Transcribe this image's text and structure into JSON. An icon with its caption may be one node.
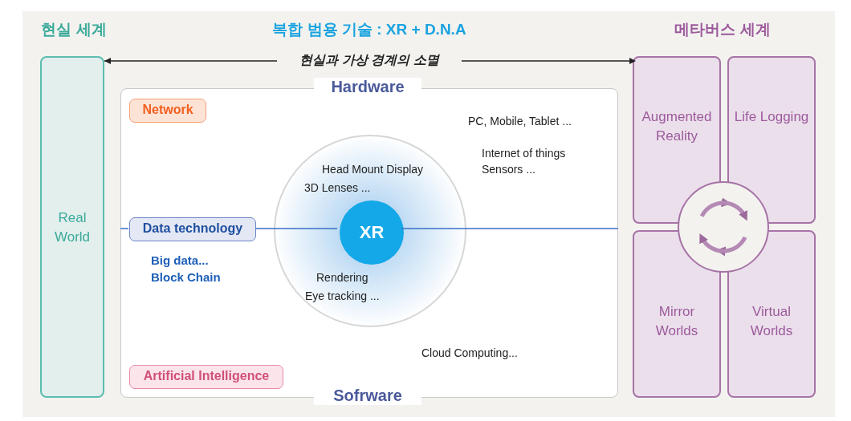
{
  "diagram": {
    "title": "복합 범용 기술 : XR + D.N.A",
    "nodes": [
      {
        "text": [
          "현실 세계",
          "Real World"
        ]
      },
      {
        "text": [
          "Hardware",
          "Sofrware"
        ]
      },
      {
        "text": [
          "Network"
        ],
        "in": 1
      },
      {
        "text": [
          "Data technology"
        ],
        "in": 1,
        "beside": [
          "Big data... Block Chain"
        ]
      },
      {
        "text": [
          "Artificial Intelligence"
        ],
        "in": 1
      },
      {
        "text": [
          "Head Mount Display 3D Lenses ...",
          "Rendering Eye tracking ..."
        ],
        "in": 1
      },
      {
        "text": [
          "XR"
        ],
        "in": 5
      },
      {
        "text": [
          "Augmented Reality"
        ]
      },
      {
        "text": [
          "Life Logging"
        ]
      },
      {
        "text": [
          "Mirror Worlds"
        ]
      },
      {
        "text": [
          "Virtual Worlds"
        ]
      }
    ],
    "edges": [
      {
        "from": 0,
        "to": 7,
        "arrow": "both",
        "label": "현실과 가상 경계의 소멸",
        "color": "#222222"
      },
      {
        "from": null,
        "to": 3,
        "arrow": "none",
        "color": "#3a6fc4"
      },
      {
        "from": 3,
        "to": 6,
        "arrow": "none",
        "color": "#3a6fc4"
      },
      {
        "from": 6,
        "to": null,
        "arrow": "none",
        "color": "#3a6fc4"
      },
      {
        "from": 7,
        "to": 8,
        "arrow": "to",
        "style": "thick",
        "color": "#b48ab4"
      },
      {
        "from": 8,
        "to": 10,
        "arrow": "to",
        "style": "thick",
        "color": "#b48ab4"
      },
      {
        "from": 10,
        "to": 9,
        "arrow": "to",
        "style": "thick",
        "color": "#b48ab4"
      },
      {
        "from": 9,
        "to": 7,
        "arrow": "to",
        "style": "thick",
        "color": "#b48ab4"
      }
    ],
    "labels": [
      "메타버스 세계",
      "PC, Mobile, Tablet ...",
      "Internet of things Sensors ...",
      "Cloud Computing..."
    ]
  }
}
